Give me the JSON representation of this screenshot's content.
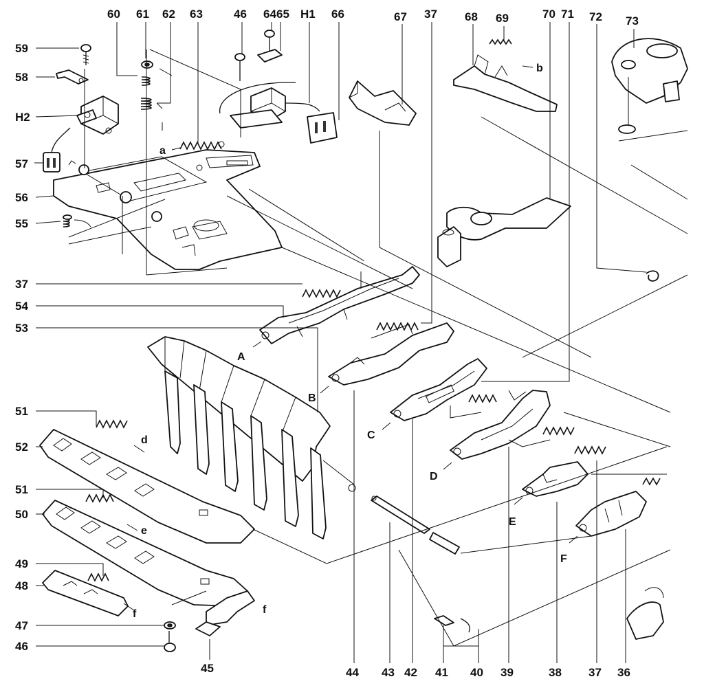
{
  "callouts": {
    "c59": "59",
    "c58": "58",
    "cH2": "H2",
    "c57": "57",
    "c56": "56",
    "c55": "55",
    "c37a": "37",
    "c54": "54",
    "c53": "53",
    "c51a": "51",
    "c52": "52",
    "c51b": "51",
    "c50": "50",
    "c49": "49",
    "c48": "48",
    "c47": "47",
    "c46b": "46",
    "c45": "45",
    "c60": "60",
    "c61": "61",
    "c62": "62",
    "c63": "63",
    "c46": "46",
    "c64": "64",
    "c65": "65",
    "cH1": "H1",
    "c66": "66",
    "c67": "67",
    "c37t": "37",
    "c68": "68",
    "c69": "69",
    "c70": "70",
    "c71": "71",
    "c72": "72",
    "c73": "73",
    "c44": "44",
    "c43": "43",
    "c42": "42",
    "c41": "41",
    "c40": "40",
    "c39": "39",
    "c38": "38",
    "c37b": "37",
    "c36": "36"
  },
  "letters": {
    "la": "a",
    "lb": "b",
    "lA": "A",
    "lB": "B",
    "lC": "C",
    "lD": "D",
    "lE": "E",
    "lF": "F",
    "ld": "d",
    "le": "e",
    "lf1": "f",
    "lf2": "f"
  }
}
